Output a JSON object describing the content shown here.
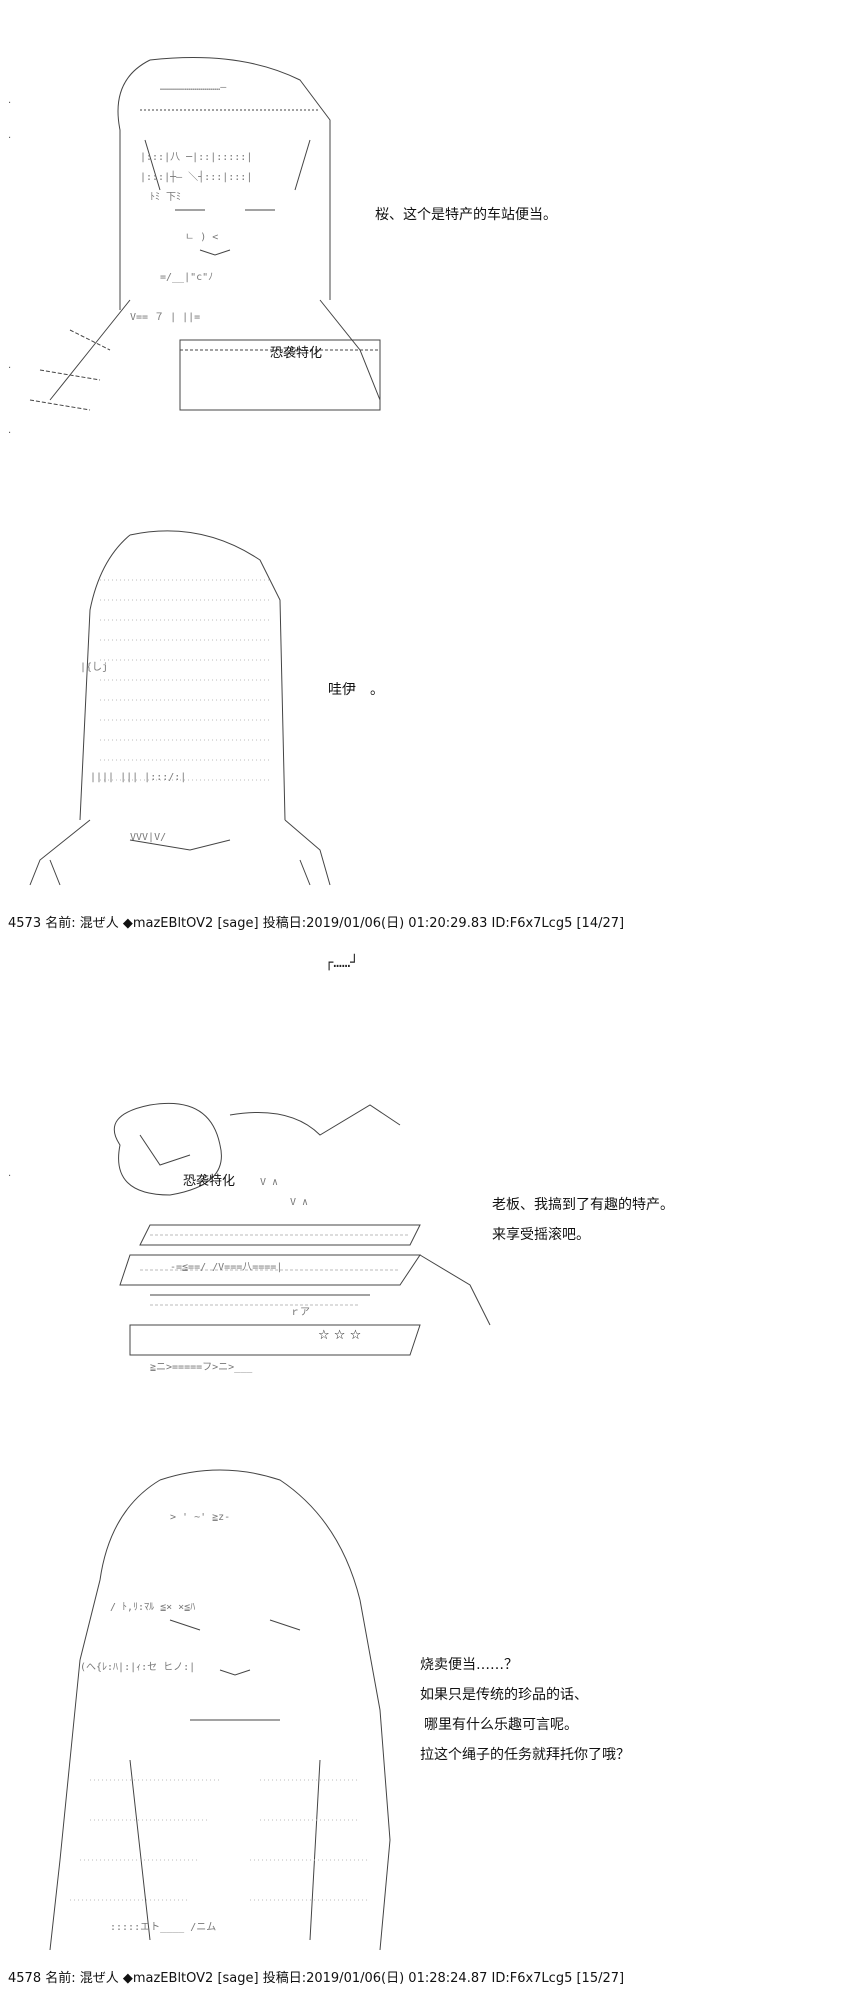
{
  "panels": [
    {
      "id": "panel-1",
      "dialog": [
        "桜、这个是特产的车站便当。"
      ],
      "inline_label": "恐袭特化"
    },
    {
      "id": "panel-2",
      "dialog": [
        "哇伊　。"
      ]
    },
    {
      "id": "panel-3",
      "dialog": [
        "老板、我搞到了有趣的特产。",
        "来享受摇滚吧。"
      ],
      "inline_label": "恐袭特化",
      "stars": "☆ ☆ ☆"
    },
    {
      "id": "panel-4",
      "dialog": [
        "烧卖便当……？",
        "如果只是传统的珍品的话、",
        "哪里有什么乐趣可言呢。",
        "拉这个绳子的任务就拜托你了哦？"
      ]
    }
  ],
  "post_headers": [
    "4573 名前: 混ぜ人 ◆mazEBltOV2 [sage] 投稿日:2019/01/06(日) 01:20:29.83 ID:F6x7Lcg5 [14/27]",
    "4578 名前: 混ぜ人 ◆mazEBltOV2 [sage] 投稿日:2019/01/06(日) 01:28:24.87 ID:F6x7Lcg5 [15/27]"
  ],
  "bracket_text": "┌……┘"
}
